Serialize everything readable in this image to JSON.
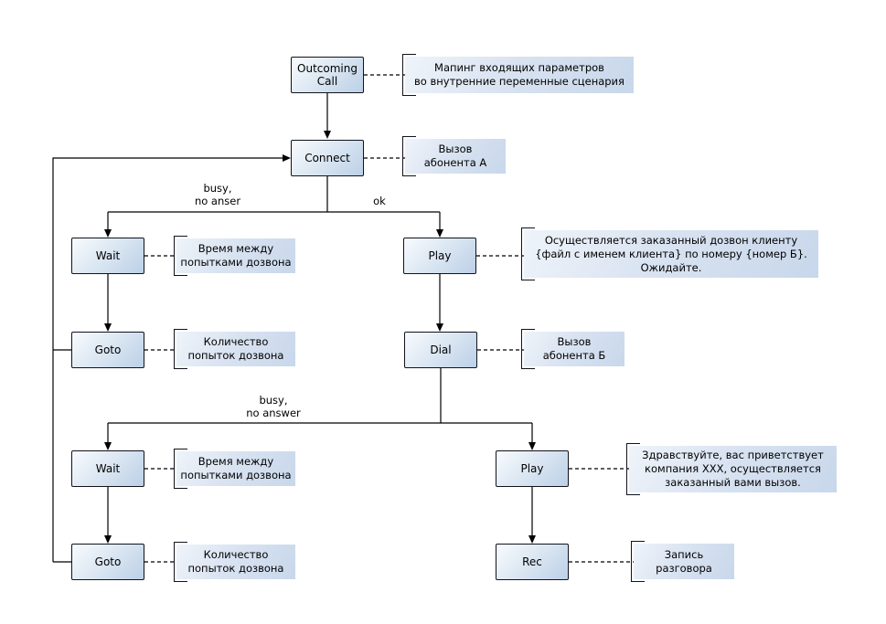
{
  "diagram": {
    "nodes": [
      {
        "id": "outcoming-call",
        "label": "Outcoming\nCall"
      },
      {
        "id": "connect",
        "label": "Connect"
      },
      {
        "id": "wait-1",
        "label": "Wait"
      },
      {
        "id": "play-1",
        "label": "Play"
      },
      {
        "id": "goto-1",
        "label": "Goto"
      },
      {
        "id": "dial",
        "label": "Dial"
      },
      {
        "id": "wait-2",
        "label": "Wait"
      },
      {
        "id": "play-2",
        "label": "Play"
      },
      {
        "id": "goto-2",
        "label": "Goto"
      },
      {
        "id": "rec",
        "label": "Rec"
      }
    ],
    "notes": [
      {
        "for": "outcoming-call",
        "text": "Мапинг входящих параметров\nво внутренние переменные сценария"
      },
      {
        "for": "connect",
        "text": "Вызов\nабонента А"
      },
      {
        "for": "wait-1",
        "text": "Время между\nпопытками дозвона"
      },
      {
        "for": "play-1",
        "text": "Осуществляется заказанный дозвон клиенту\n{файл с именем клиента} по номеру {номер Б}.\nОжидайте."
      },
      {
        "for": "goto-1",
        "text": "Количество\nпопыток дозвона"
      },
      {
        "for": "dial",
        "text": "Вызов\nабонента Б"
      },
      {
        "for": "wait-2",
        "text": "Время между\nпопытками дозвона"
      },
      {
        "for": "play-2",
        "text": "Здравствуйте, вас приветствует\nкомпания XXX, осуществляется\nзаказанный вами вызов."
      },
      {
        "for": "goto-2",
        "text": "Количество\nпопыток дозвона"
      },
      {
        "for": "rec",
        "text": "Запись\nразговора"
      }
    ],
    "edge_labels": [
      {
        "id": "busy-no-anser",
        "text": "busy,\nno anser"
      },
      {
        "id": "ok",
        "text": "ok"
      },
      {
        "id": "busy-no-answer",
        "text": "busy,\nno answer"
      }
    ],
    "colors": {
      "node_fill_top": "#f8fbfe",
      "node_fill_bottom": "#bcd0e7",
      "note_fill_top": "#eff4fa",
      "note_fill_bottom": "#c8d7eb",
      "line": "#000000"
    }
  }
}
